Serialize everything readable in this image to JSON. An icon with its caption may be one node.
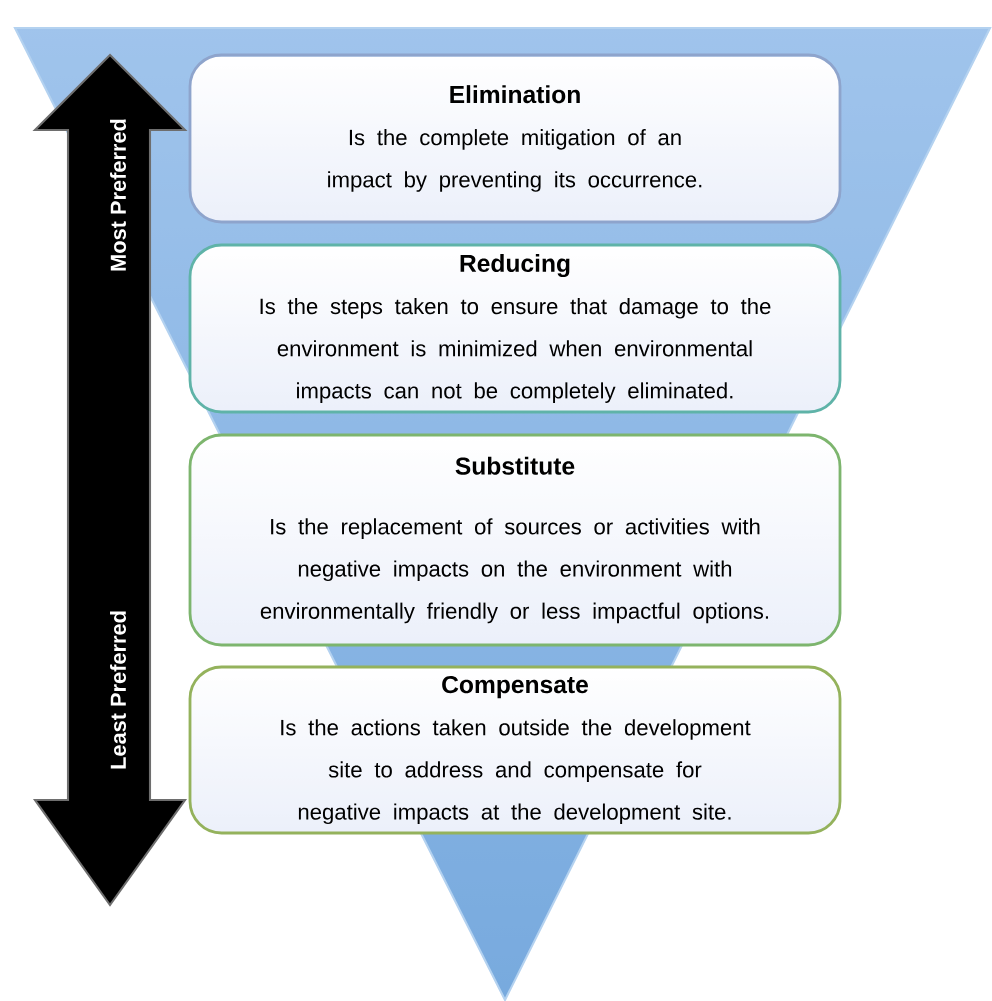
{
  "diagram": {
    "nodes": [
      {
        "text": [
          "Elimination",
          "Is the complete mitigation of an impact by preventing its occurrence."
        ]
      },
      {
        "text": [
          "Reducing",
          "Is the steps taken to ensure that damage to the environment is minimized when environmental impacts can not be completely eliminated."
        ]
      },
      {
        "text": [
          "Substitute",
          "Is the replacement of sources or activities with negative impacts on the environment with environmentally friendly or less impactful options."
        ]
      },
      {
        "text": [
          "Compensate",
          "Is the actions taken outside the development site to address and compensate for negative impacts at the development site."
        ]
      }
    ],
    "labels": [
      "Most Preferred",
      "Least Preferred"
    ]
  }
}
